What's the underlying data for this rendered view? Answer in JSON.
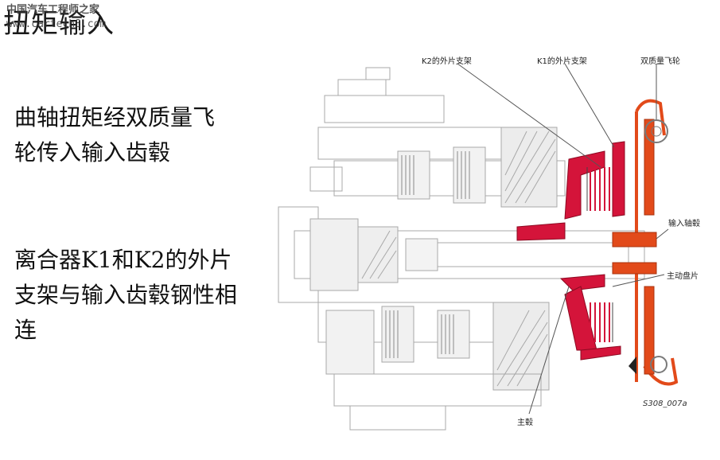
{
  "slide": {
    "title": "扭矩输入",
    "watermark_cn": "中国汽车工程师之家",
    "watermark_url": "www.cartech8.com",
    "para1": "曲轴扭矩经双质量飞轮传入输入齿毂",
    "para2": "离合器K1和K2的外片支架与输入齿毂钢性相连"
  },
  "diagram": {
    "labels": {
      "k2_outer": "K2的外片支架",
      "k1_outer": "K1的外片支架",
      "flywheel": "双质量飞轮",
      "input_hub": "输入轴毂",
      "drive_plate": "主动盘片",
      "main_hub": "主毂"
    },
    "code": "S308_007a",
    "colors": {
      "highlight_red": "#d4143a",
      "flywheel_orange": "#e24a1a",
      "line_gray": "#9a9a9a"
    }
  }
}
